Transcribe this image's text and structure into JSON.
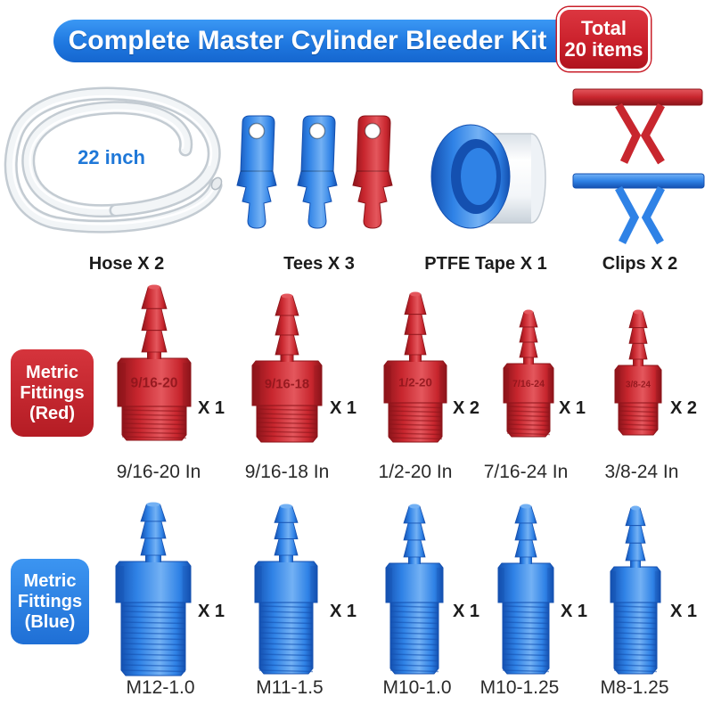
{
  "header": {
    "title": "Complete Master Cylinder Bleeder Kit",
    "total_label": "Total",
    "total_count": "20 items"
  },
  "colors": {
    "title_blue": "#1f78e0",
    "badge_red": "#c91f2a",
    "red": "#c8262e",
    "red_dark": "#8c141a",
    "red_light": "#e4575d",
    "blue": "#2f82e6",
    "blue_dark": "#1450b0",
    "blue_light": "#73b1f4",
    "hose_label": "#1f78d8",
    "text_dark": "#1c1c1c"
  },
  "top_row": {
    "hose": {
      "label": "Hose X 2",
      "length": "22 inch"
    },
    "tees": {
      "label": "Tees X 3",
      "colors": [
        "blue",
        "blue",
        "red"
      ]
    },
    "ptfe_tape": {
      "label": "PTFE Tape X 1"
    },
    "clips": {
      "label": "Clips X 2"
    }
  },
  "red_group": {
    "badge": [
      "Metric",
      "Fittings",
      "(Red)"
    ],
    "fittings": [
      {
        "engraving": "9/16-20",
        "qty": "X 1",
        "label": "9/16-20 In"
      },
      {
        "engraving": "9/16-18",
        "qty": "X 1",
        "label": "9/16-18 In"
      },
      {
        "engraving": "1/2-20",
        "qty": "X 2",
        "label": "1/2-20 In"
      },
      {
        "engraving": "7/16-24",
        "qty": "X 1",
        "label": "7/16-24 In"
      },
      {
        "engraving": "3/8-24",
        "qty": "X 2",
        "label": "3/8-24 In"
      }
    ]
  },
  "blue_group": {
    "badge": [
      "Metric",
      "Fittings",
      "(Blue)"
    ],
    "fittings": [
      {
        "qty": "X 1",
        "label": "M12-1.0"
      },
      {
        "qty": "X 1",
        "label": "M11-1.5"
      },
      {
        "qty": "X 1",
        "label": "M10-1.0"
      },
      {
        "qty": "X 1",
        "label": "M10-1.25"
      },
      {
        "qty": "X 1",
        "label": "M8-1.25"
      }
    ]
  }
}
